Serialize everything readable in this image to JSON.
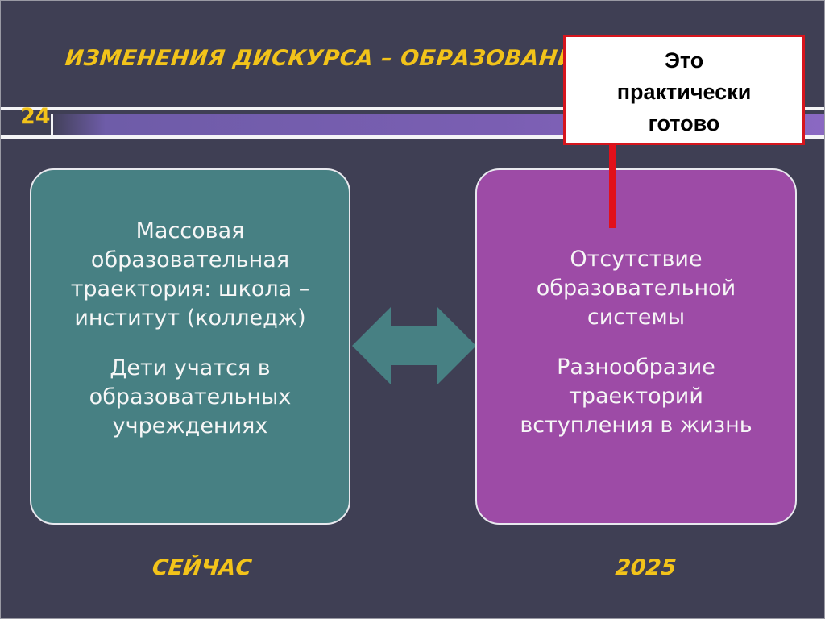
{
  "slide": {
    "title": "ИЗМЕНЕНИЯ ДИСКУРСА – ОБРАЗОВАНИЕ",
    "number": "24",
    "left_box": {
      "paragraph1": "Массовая\nобразовательная\nтраектория: школа –\nинститут (колледж)",
      "paragraph2": "Дети учатся в\nобразовательных\nучреждениях"
    },
    "right_box": {
      "paragraph1": "Отсутствие\nобразовательной\nсистемы",
      "paragraph2": "Разнообразие\nтраекторий\nвступления в жизнь"
    },
    "callout": "Это\nпрактически\nготово",
    "label_left": "СЕЙЧАС",
    "label_right": "2025"
  },
  "colors": {
    "background": "#3f3f54",
    "accent_yellow": "#f2c31a",
    "left_box": "#478083",
    "right_box": "#9d4ba6",
    "arrow": "#478083",
    "callout_border": "#d6151d"
  },
  "icons": {
    "arrow": "double-headed-arrow-icon"
  }
}
